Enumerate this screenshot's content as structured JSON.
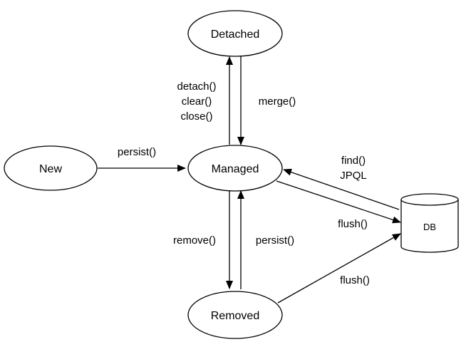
{
  "states": {
    "new": "New",
    "managed": "Managed",
    "detached": "Detached",
    "removed": "Removed",
    "db": "DB"
  },
  "transitions": {
    "new_to_managed": [
      "persist()"
    ],
    "managed_to_detached": [
      "detach()",
      "clear()",
      "close()"
    ],
    "detached_to_managed": [
      "merge()"
    ],
    "managed_to_removed": [
      "remove()"
    ],
    "removed_to_managed": [
      "persist()"
    ],
    "db_to_managed": [
      "find()",
      "JPQL"
    ],
    "managed_to_db": [
      "flush()"
    ],
    "removed_to_db": [
      "flush()"
    ]
  }
}
